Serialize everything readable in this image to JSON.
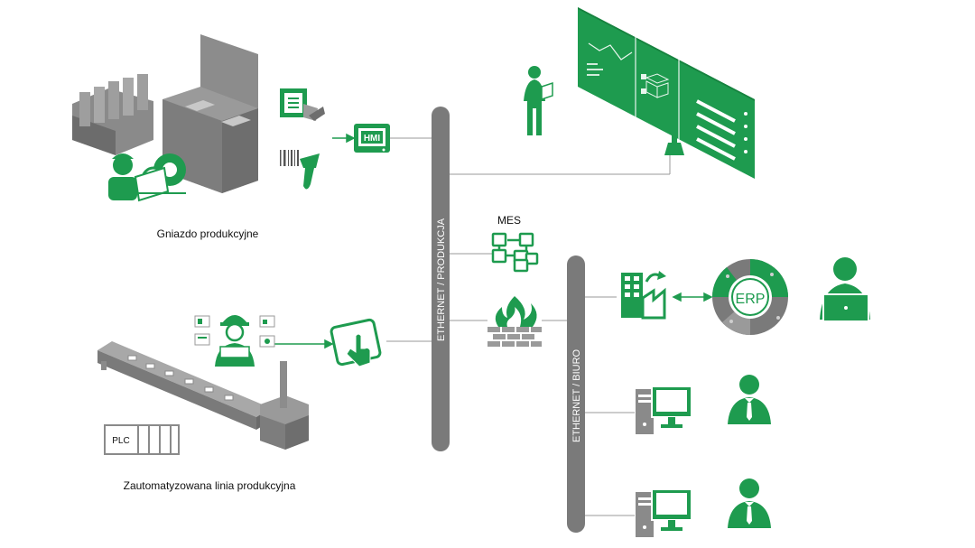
{
  "labels": {
    "production_cell": "Gniazdo produkcyjne",
    "automated_line": "Zautomatyzowana  linia produkcyjna",
    "mes": "MES",
    "hmi": "HMI",
    "plc": "PLC",
    "erp": "ERP",
    "ethernet_production": "ETHERNET / PRODUKCJA",
    "ethernet_office": "ETHERNET / BIURO"
  },
  "colors": {
    "accent": "#1e9b4f",
    "bus": "#7a7a7a",
    "machine": "#8a8a8a",
    "line": "#9a9a9a"
  },
  "icons": [
    "machine-cell-icon",
    "operator-gear-icon",
    "scanner-icon",
    "hmi-screen-icon",
    "touch-tablet-icon",
    "conveyor-icon",
    "plc-icon",
    "worker-icon",
    "dashboard-board-icon",
    "mes-network-icon",
    "firewall-icon",
    "factory-icon",
    "erp-ring-icon",
    "office-user-icon",
    "desktop-computer-icon",
    "businessman-icon"
  ]
}
